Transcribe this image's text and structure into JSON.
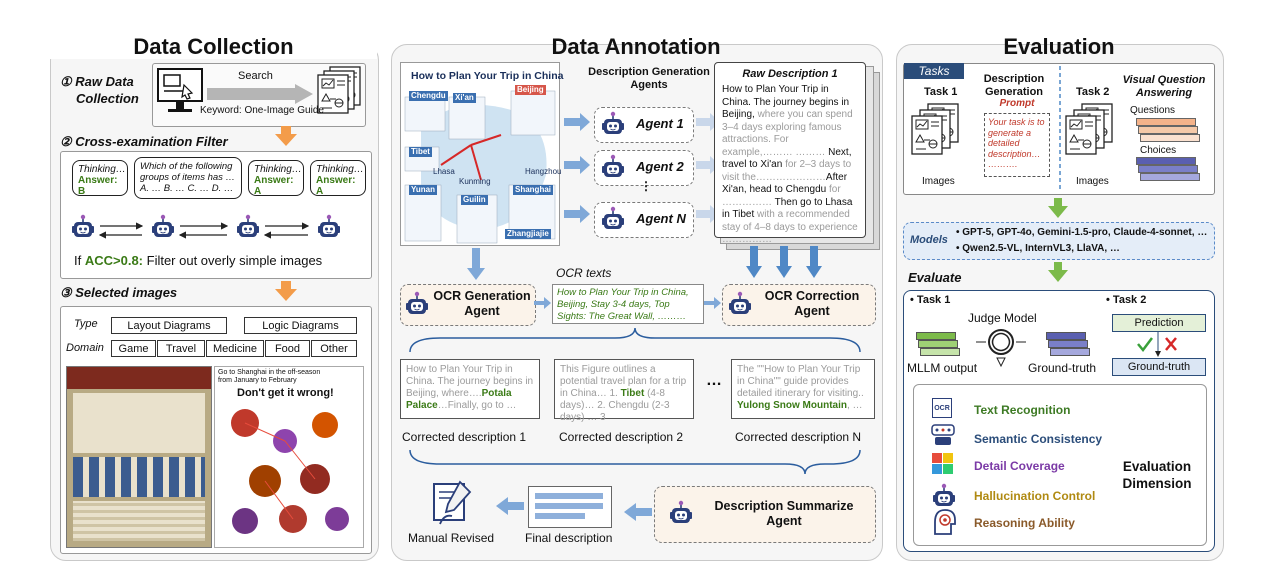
{
  "collection": {
    "title": "Data Collection",
    "step1_label": "① Raw Data",
    "step1_label2": "Collection",
    "search_label": "Search",
    "keyword_label": "Keyword: One-Image Guide",
    "step2_label": "② Cross-examination Filter",
    "bubble1": {
      "thinking": "Thinking…",
      "answer": "Answer: B"
    },
    "bubble2": "Which of the following groups of items has … A. … B. … C. … D. …",
    "bubble3": {
      "thinking": "Thinking…",
      "answer": "Answer: A"
    },
    "bubble4": {
      "thinking": "Thinking…",
      "answer": "Answer: A"
    },
    "filter_prefix": "If ",
    "filter_acc": "ACC>0.8:",
    "filter_suffix": " Filter out overly simple images",
    "step3_label": "③ Selected images",
    "type_label": "Type",
    "types": [
      "Layout Diagrams",
      "Logic Diagrams"
    ],
    "domain_label": "Domain",
    "domains": [
      "Game",
      "Travel",
      "Medicine",
      "Food",
      "Other"
    ],
    "img2_caption": "Go to Shanghai in the off-season from January to February",
    "img2_title": "Don't get it wrong!"
  },
  "annotation": {
    "title": "Data Annotation",
    "trip_title": "How to Plan Your Trip in China",
    "trip_regions": [
      "Chengdu",
      "Xi'an",
      "Beijing",
      "Tibet",
      "Yunan",
      "Guilin",
      "Shanghai",
      "Zhangjiajie",
      "Lhasa",
      "Kunming",
      "Hangzhou"
    ],
    "agents_header": "Description Generation Agents",
    "agents": [
      "Agent 1",
      "Agent 2",
      "Agent N"
    ],
    "raw_title": "Raw Description 1",
    "raw_text_parts": [
      {
        "t": "How to Plan Your Trip in China. The journey begins in Beijing, ",
        "g": false
      },
      {
        "t": "where you can spend 3–4 days exploring famous attractions. For example,……… ………",
        "g": true
      },
      {
        "t": " Next, travel to Xi'an ",
        "g": false
      },
      {
        "t": "for 2–3 days to visit the…………………",
        "g": true
      },
      {
        "t": "After Xi'an, head to Chengdu ",
        "g": false
      },
      {
        "t": "for ……………",
        "g": true
      },
      {
        "t": " Then go to Lhasa in Tibet ",
        "g": false
      },
      {
        "t": "with a recommended stay of 4–8 days to experience ……………",
        "g": true
      }
    ],
    "ocr_texts_label": "OCR texts",
    "ocr_gen": "OCR Generation Agent",
    "ocr_text": "How to Plan Your Trip in China, Beijing, Stay 3-4 days, Top Sights: The Great Wall, ………",
    "ocr_corr": "OCR Correction Agent",
    "corrected": [
      {
        "text": "How to Plan Your Trip in China. The journey begins in Beijing, where….",
        "hl": "Potala Palace",
        "tail": "…Finally, go to …",
        "caption": "Corrected description 1"
      },
      {
        "text": "This Figure outlines a potential travel plan for a trip in China… 1. ",
        "hl": "Tibet",
        "tail": " (4-8 days)… 2. Chengdu (2-3 days) … 3",
        "caption": "Corrected description 2"
      },
      {
        "text": "The \"\"How to Plan Your Trip in China\"\" guide provides detailed itinerary for visiting.. ",
        "hl": "Yulong Snow Mountain",
        "tail": ", …",
        "caption": "Corrected description N"
      }
    ],
    "ellipsis": "…",
    "summarize": "Description Summarize Agent",
    "final_desc": "Final description",
    "manual": "Manual Revised"
  },
  "evaluation": {
    "title": "Evaluation",
    "tasks_tag": "Tasks",
    "task1": "Task 1",
    "desc_gen": "Description Generation",
    "prompt_title": "Prompt",
    "prompt_text": "Your task is to generate a detailed description… ……….",
    "images1": "Images",
    "task2": "Task 2",
    "vqa": "Visual Question Answering",
    "questions": "Questions",
    "choices": "Choices",
    "images2": "Images",
    "models_label": "Models",
    "models_line1": "GPT-5, GPT-4o, Gemini-1.5-pro, Claude-4-sonnet, …",
    "models_line2": "Qwen2.5-VL, InternVL3, LlaVA, …",
    "evaluate_label": "Evaluate",
    "e_task1": "Task 1",
    "e_task2": "Task 2",
    "judge": "Judge Model",
    "mllm_output": "MLLM output",
    "ground_truth": "Ground-truth",
    "prediction": "Prediction",
    "gt2": "Ground-truth",
    "dimensions": [
      {
        "label": "Text Recognition",
        "color": "#3d7a24"
      },
      {
        "label": "Semantic Consistency",
        "color": "#2b4d7a"
      },
      {
        "label": "Detail Coverage",
        "color": "#7b3aa6"
      },
      {
        "label": "Hallucination Control",
        "color": "#b08a12"
      },
      {
        "label": "Reasoning Ability",
        "color": "#8a5a2a"
      }
    ],
    "ocr_icon_text": "OCR",
    "eval_dim": "Evaluation Dimension"
  }
}
